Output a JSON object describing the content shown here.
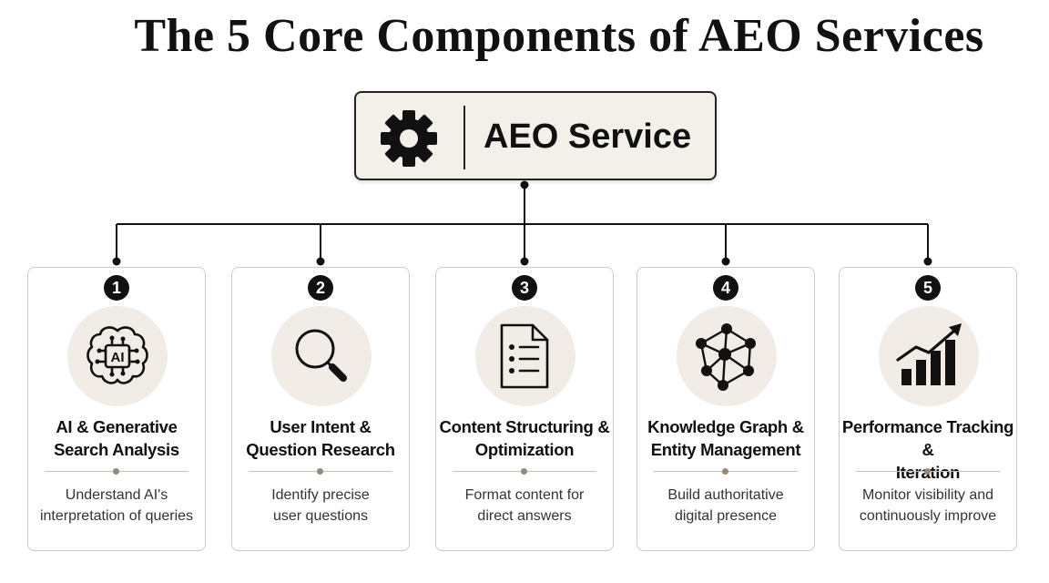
{
  "title": "The 5 Core Components of AEO Services",
  "root": {
    "label": "AEO Service",
    "icon": "gear-icon"
  },
  "components": [
    {
      "number": "1",
      "title_line1": "AI & Generative",
      "title_line2": "Search Analysis",
      "desc_line1": "Understand AI's",
      "desc_line2": "interpretation of queries",
      "icon": "ai-brain-icon"
    },
    {
      "number": "2",
      "title_line1": "User Intent &",
      "title_line2": "Question Research",
      "desc_line1": "Identify precise",
      "desc_line2": "user questions",
      "icon": "magnifier-icon"
    },
    {
      "number": "3",
      "title_line1": "Content Structuring &",
      "title_line2": "Optimization",
      "desc_line1": "Format content for",
      "desc_line2": "direct answers",
      "icon": "document-list-icon"
    },
    {
      "number": "4",
      "title_line1": "Knowledge Graph &",
      "title_line2": "Entity Management",
      "desc_line1": "Build authoritative",
      "desc_line2": "digital presence",
      "icon": "network-graph-icon"
    },
    {
      "number": "5",
      "title_line1": "Performance Tracking &",
      "title_line2": "Iteration",
      "desc_line1": "Monitor visibility and",
      "desc_line2": "continuously improve",
      "icon": "growth-chart-icon"
    }
  ]
}
